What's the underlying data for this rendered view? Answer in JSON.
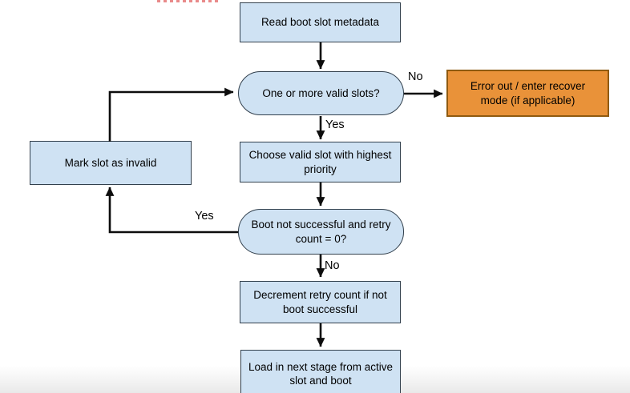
{
  "colors": {
    "canvas_bg": "#ffffff",
    "node_fill": "#cfe2f3",
    "node_border": "#32404d",
    "alert_fill": "#e99239",
    "alert_border": "#8f5a10",
    "arrow": "#0d0d0d",
    "squiggle": "#e98a8a"
  },
  "flowchart": {
    "nodes": {
      "read_metadata": {
        "label": "Read boot slot metadata",
        "shape": "rectangle"
      },
      "valid_slots": {
        "label": "One or more valid slots?",
        "shape": "stadium"
      },
      "error_out": {
        "label": "Error out / enter recover mode (if applicable)",
        "shape": "rectangle"
      },
      "choose_slot": {
        "label": "Choose valid slot with highest priority",
        "shape": "rectangle"
      },
      "boot_not_successful": {
        "label": "Boot not successful and retry count = 0?",
        "shape": "stadium"
      },
      "mark_invalid": {
        "label": "Mark slot as invalid",
        "shape": "rectangle"
      },
      "decrement_retry": {
        "label": "Decrement retry count if not boot successful",
        "shape": "rectangle"
      },
      "load_next_stage": {
        "label": "Load in next stage from active slot and boot",
        "shape": "rectangle"
      }
    },
    "edge_labels": {
      "no_to_error": "No",
      "yes_to_choose": "Yes",
      "yes_to_mark": "Yes",
      "no_to_decrement": "No"
    }
  }
}
